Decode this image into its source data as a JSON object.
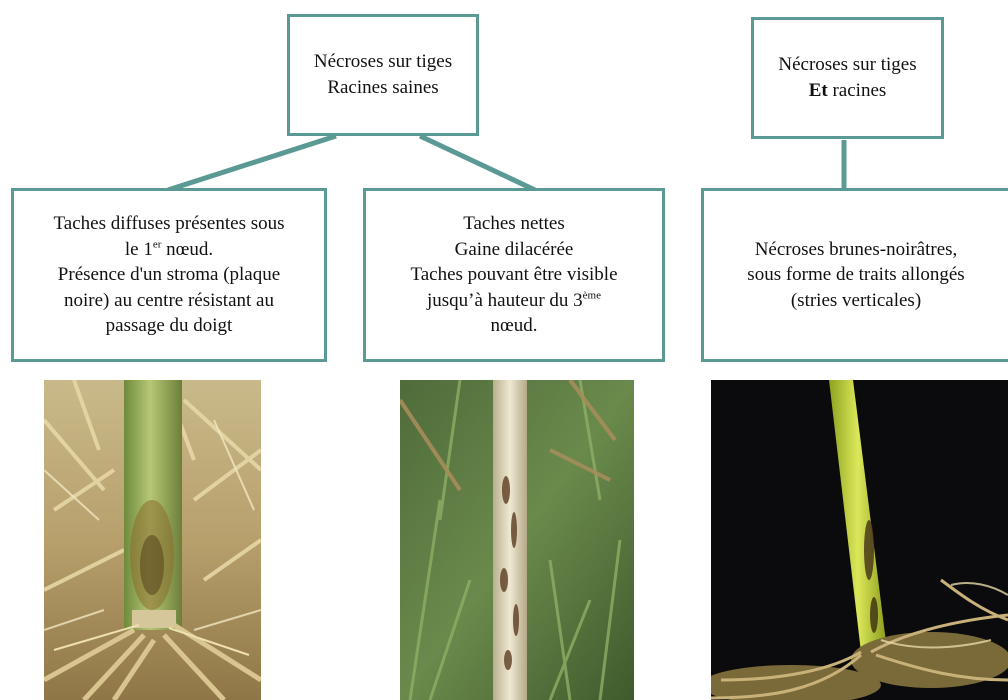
{
  "colors": {
    "box_border": "#5b9994",
    "connector": "#5b9994"
  },
  "top_left": {
    "line1": "Nécroses sur tiges",
    "line2": "Racines saines"
  },
  "top_right": {
    "line1": "Nécroses sur tiges",
    "line2_bold": "Et",
    "line2_rest": " racines"
  },
  "box_a": {
    "line1": "Taches diffuses présentes sous",
    "line2_pre": "le 1",
    "line2_sup": "er",
    "line2_post": " nœud.",
    "line3": "Présence d'un stroma (plaque",
    "line4": "noire) au centre résistant au",
    "line5": "passage du doigt"
  },
  "box_b": {
    "line1": "Taches nettes",
    "line2": "Gaine dilacérée",
    "line3": "Taches pouvant être visible",
    "line4_pre": "jusqu’à hauteur du 3",
    "line4_sup": "ème",
    "line5": "nœud."
  },
  "box_c": {
    "line1": "Nécroses brunes-noirâtres,",
    "line2": "sous forme de traits allongés",
    "line3": "(stries verticales)"
  }
}
